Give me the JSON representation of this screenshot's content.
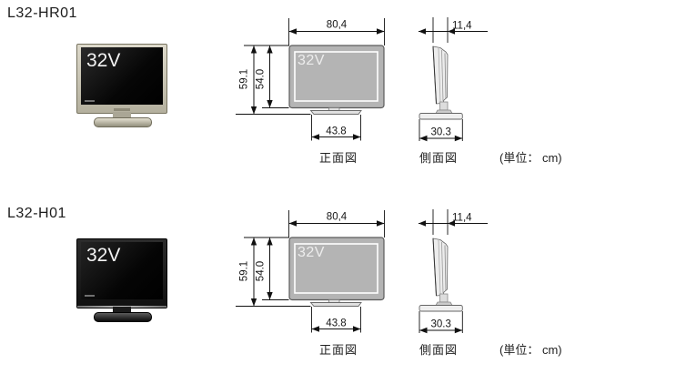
{
  "rows": [
    {
      "model": "L32-HR01",
      "photo": {
        "screen_label": "32V"
      },
      "front_view": {
        "caption": "正面図",
        "screen_label": "32V",
        "width_cm": "80,4",
        "height_total_cm": "59.1",
        "height_panel_cm": "54.0",
        "stand_width_cm": "43.8"
      },
      "side_view": {
        "caption": "側面図",
        "depth_cm": "11,4",
        "base_depth_cm": "30.3"
      },
      "unit_note": "(単位： cm)"
    },
    {
      "model": "L32-H01",
      "photo": {
        "screen_label": "32V"
      },
      "front_view": {
        "caption": "正面図",
        "screen_label": "32V",
        "width_cm": "80,4",
        "height_total_cm": "59.1",
        "height_panel_cm": "54.0",
        "stand_width_cm": "43.8"
      },
      "side_view": {
        "caption": "側面図",
        "depth_cm": "11,4",
        "base_depth_cm": "30.3"
      },
      "unit_note": "(単位： cm)"
    }
  ]
}
